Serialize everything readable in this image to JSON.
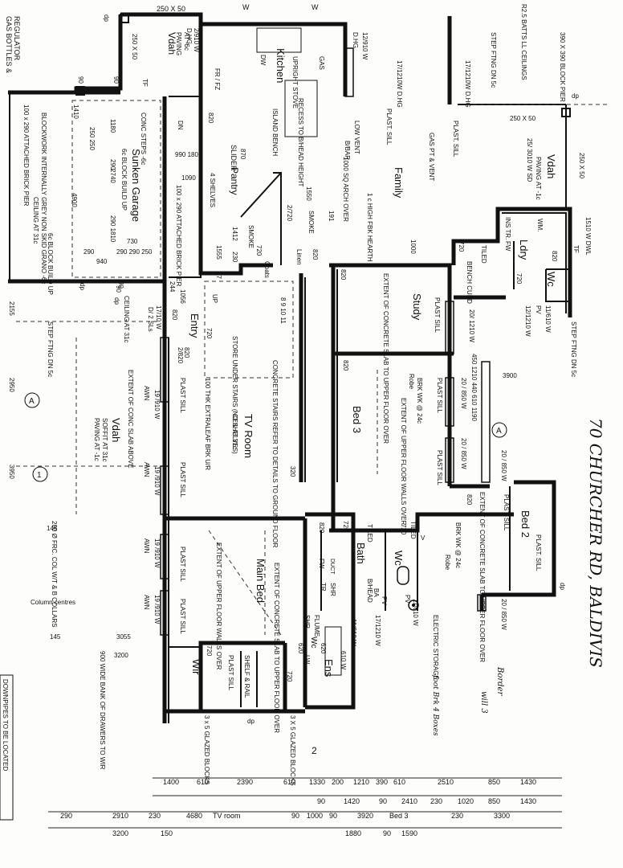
{
  "top_labels": {
    "gas_bottles": "GAS BOTTLES &",
    "regulator": "REGULATOR",
    "dim_250x50_top": "250 X 50",
    "dp_top": "dp",
    "vdah_left": "Vdah",
    "paving_left": "PAVING",
    "at_6c_left": "AT -6c",
    "post_250x50": "250 X 50",
    "tf_left": "TF",
    "win_2910": "2/910 W",
    "dhg_1": "D.HG",
    "dw": "DW",
    "kitchen": "Kitchen",
    "upright_stove": "UPRIGHT STOVE",
    "gas_k": "GAS",
    "win_12910": "12/910 W",
    "dhg_2": "D.HG",
    "w_top_a": "W",
    "w_top_b": "W",
    "step_fting_r": "STEP FTNG DN 5c",
    "batts": "R2.5 BATTS LL CEILINGS",
    "block_pier": "390 X 390 BLOCK PIER",
    "win_171210_a": "17/1210W D.HG",
    "win_171210_b": "17/1210W D.HG",
    "dp_tr": "dp",
    "post_250x50_r": "250 X 50",
    "post_250x50_r2": "250 X 50"
  },
  "garage": {
    "title": "Sunken Garage",
    "sub": "6c BLOCK BUILD UP",
    "conc_steps": "CONC STEPS -6c",
    "blockwork": "BLOCKWORK INTERNALLY GREY NON SKID GRANO -6c",
    "pier_note": "100 x 290 ATTACHED BRICK PIER",
    "ceiling": "CEILING AT 31c",
    "pier_note2": "100 x 290 ATTACHED BRICK PIER",
    "build_up": "6c BLOCK BUILD UP",
    "d_1180": "1180",
    "d_290a": "290",
    "d_250_250": "250 250",
    "d_2740": "2740",
    "d_4900": "4900",
    "d_290_1810": "290 1810",
    "d_730": "730",
    "d_290b": "290 290 250",
    "d_940": "940",
    "d_290c": "290",
    "d_1410": "1410",
    "d_90a": "90",
    "d_90b": "90",
    "d_90c": "90",
    "d_990_180": "990 180",
    "d_1090": "1090",
    "dn": "DN",
    "d_820": "820"
  },
  "kitchen_area": {
    "fr_fz": "FR / FZ",
    "island_bench": "ISLAND BENCH",
    "recess": "RECESS TO B/HEAD HEIGHT",
    "four_shelves": "4 SHELVES",
    "slider": "SLIDER",
    "pantry": "Pantry",
    "d_870": "870",
    "d_1000": "1000 SQ ARCH OVER",
    "low_vent": "LOW VENT",
    "bbar": "B/BAR",
    "high_fbk": "1 c HIGH FBK HEARTH",
    "d_1550": "1550",
    "d_2720": "2/720",
    "smoke_1": "SMOKE",
    "smoke_2": "SMOKE",
    "d_1412": "1412",
    "d_230": "230",
    "d_1555": "1555",
    "d_87": "87",
    "coats": "Coats",
    "linen": "Linen",
    "d_820k": "820",
    "d_720k": "720",
    "d_191": "191",
    "plast_sill_k": "PLAST. SILL",
    "gas_pt_vent": "GAS PT & VENT"
  },
  "family": {
    "label": "Family",
    "plast_sill": "PLAST. SILL",
    "d_1000": "1000"
  },
  "vdah_right": {
    "label": "Vdah",
    "paving": "PAVING AT -1c",
    "win": "25/ 3010 W SD"
  },
  "laundry": {
    "ldry": "Ldry",
    "wc": "Wc",
    "trough": "INS TR.",
    "wm": "WM.",
    "fw": "FW",
    "win_1510": "1510 W DWL",
    "tf": "TF",
    "d_820": "820",
    "d_720": "720",
    "pv": "PV",
    "win_11610": "11/610 W",
    "win_121210": "12/1210 W",
    "tiled": "TILED",
    "d_720b": "720",
    "bench_cupd": "BENCH CUPD",
    "step_fting": "STEP FTNG DN 5c"
  },
  "study": {
    "label": "Study",
    "extent": "EXTENT OF CONCRETE SLAB TO UPPER FLOOR OVER",
    "plast_sill": "PLAST SILL",
    "win": "20/ 1210 W",
    "d_820": "820"
  },
  "entry": {
    "label": "Entry",
    "win_1710": "17/10 W",
    "dl_sls": "D/ 2 SLs",
    "up": "UP",
    "d_1056": "1056",
    "d_244": "244",
    "d_720": "720",
    "d_820": "820",
    "d_820b": "820",
    "step_fting": "STEP FTNG DN 5c",
    "ceiling": "CEILING AT 31c",
    "d_2155": "2155",
    "dp": "dp",
    "d_90": "90",
    "dp2": "dp"
  },
  "stairs": {
    "conc_stairs": "CONCRETE STAIRS REFER TO DETAILS TO GROUND FLOOR",
    "store": "STORE UNDER STAIRS (NO SHELVES)",
    "brk_ur": "100 THK EXTRALEAF BRK U/R",
    "treads": "8 9 10 11"
  },
  "tv_room": {
    "label": "TV Room",
    "ceil": "CEIL AT 31c",
    "win_2820": "2/820",
    "plast_sill": "PLAST SILL",
    "win_19910": "19 /910 W",
    "awn": "AWN",
    "win_19910b": "19 /910 W",
    "awn2": "AWN",
    "plast_sill2": "PLAST SILL",
    "d_320": "320"
  },
  "vdah_front": {
    "label": "Vdah",
    "soffit": "SOFFIT AT 31c",
    "paving": "PAVING AT -1c",
    "extent": "EXTENT OF CONC SLAB ABOVE",
    "d_2950": "2950",
    "d_3950": "3950",
    "marker_a": "A",
    "marker_1": "1"
  },
  "bed3": {
    "label": "Bed 3",
    "extent": "EXTENT OF UPPER FLOOR WALLS OVER",
    "robe": "Robe",
    "brk_wk": "BRK WK @ 24c",
    "plast_sill": "PLAST SILL",
    "win": "20 / 850 W",
    "plast_sill2": "PLAST SILL",
    "win2": "20 / 850 W",
    "d_820": "820",
    "dim_row": "450 1210 440 610 1190",
    "d_3900": "3900",
    "marker": "A",
    "w20": "20 / 850 W"
  },
  "bed2": {
    "label": "Bed 2",
    "extent": "EXTENT OF CONCRETE SLAB TO UPPER FLOOR OVER",
    "plast_sill": "PLAST. SILL",
    "plast_sill2": "PLAST. SILL",
    "brk_wk": "BRK WK @ 24c",
    "robe": "Robe",
    "win": "20 / 850 W",
    "d_820": "820",
    "dp": "dp"
  },
  "bath": {
    "bath": "Bath",
    "tiled": "TILED",
    "wc": "Wc",
    "tiled2": "TILED",
    "d_720": "720",
    "d_720b": "720",
    "d_820": "820",
    "v": "V",
    "fw": "FW",
    "duct": "DUCT",
    "tr": "TR",
    "shr": "SHR",
    "bhead": "B/HEAD",
    "ba": "BA",
    "pv": "PV",
    "win_11610": "11/610 W",
    "win_171210": "17/1210 W",
    "storage": "ELECTRIC STORAGE",
    "pv2": "PV"
  },
  "main_bed": {
    "label": "Main Bed",
    "extent_upper": "EXTENT OF UPPER FLOOR WALLS OVER",
    "extent_conc": "EXTENT OF CONCRETE SLAB TO UPPER FLOOR OVER",
    "plast_sill": "PLAST SILL",
    "plast_sill2": "PLAST SILL",
    "win": "19 /910 W",
    "awn": "AWN",
    "win2": "19 /910 W",
    "awn2": "AWN",
    "d_620": "620"
  },
  "ens": {
    "label": "Ens",
    "shr": "SHR",
    "flume": "FLUME",
    "wc": "Wc",
    "lw": "LW",
    "d_620": "620",
    "d_720": "720",
    "win_11610": "11/610 W",
    "win_610": "610 W",
    "glazed": "3 X 5 GLAZED BLOCKS",
    "glazed2": "3 x 5 GLAZED BLOCKS",
    "dp": "dp",
    "marker": "2"
  },
  "wir": {
    "label": "Wir",
    "shelf": "SHELF & RAIL",
    "plast_sill": "PLAST SILL",
    "d_720": "720",
    "drawers": "900 WIDE BANK OF DRAWERS TO WIR"
  },
  "left_notes": {
    "frc": "200 Ø FRC. COL W/T & B COLLARS",
    "column": "Column centres",
    "d_145a": "145",
    "d_145b": "145",
    "d_3055": "3055",
    "d_3200": "3200",
    "downpipes": "DOWNPIPES TO BE LOCATED"
  },
  "handwriting": {
    "address": "70 CHURCHER RD, BALDIVIS",
    "border": "Border",
    "will3": "will 3",
    "notes": "foot Brk 4 Boxes"
  },
  "bottom_dims": {
    "row1": [
      "1400",
      "610",
      "2390",
      "610",
      "1330",
      "200",
      "1210",
      "390",
      "610",
      "2510",
      "850",
      "1430"
    ],
    "row2": [
      "90",
      "1420",
      "90",
      "2410",
      "230",
      "1020",
      "850",
      "1430"
    ],
    "row3": [
      "290",
      "2910",
      "230",
      "4680",
      "TV room",
      "90",
      "1000",
      "90",
      "3920",
      "Bed 3",
      "230",
      "3300"
    ],
    "row4": [
      "3200",
      "150",
      "1880",
      "90",
      "1590"
    ]
  }
}
